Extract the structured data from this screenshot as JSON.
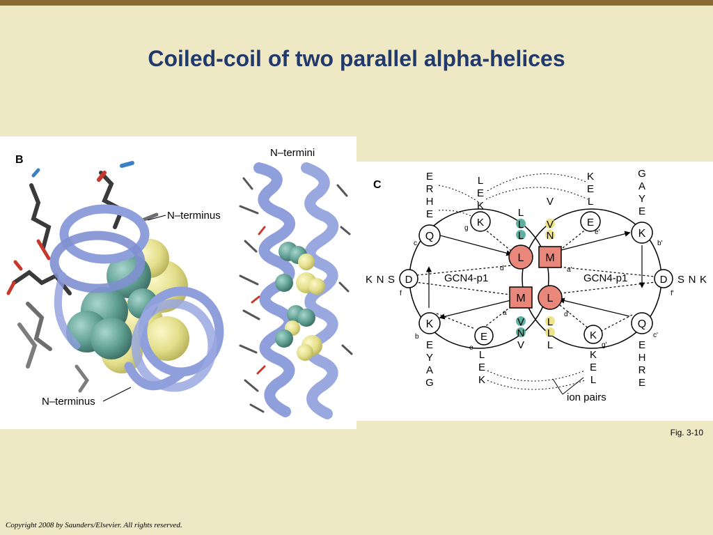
{
  "slide": {
    "title": "Coiled-coil of two parallel alpha-helices",
    "fig_label": "Fig. 3-10",
    "copyright": "Copyright 2008 by Saunders/Elsevier. All rights reserved."
  },
  "panel_b": {
    "letter": "B",
    "n_terminus_top": "N–terminus",
    "n_terminus_bottom": "N–terminus",
    "n_termini": "N–termini"
  },
  "panel_c": {
    "letter": "C",
    "left_label": "GCN4-p1",
    "right_label": "GCN4-p1",
    "ion_pairs": "ion pairs",
    "left_wheel": {
      "c": {
        "letter": "Q",
        "pos": "c",
        "stack": [
          "E",
          "R",
          "H",
          "E"
        ]
      },
      "g": {
        "letter": "K",
        "pos": "g",
        "stack": [
          "L",
          "E",
          "K"
        ]
      },
      "f": {
        "letter": "D",
        "pos": "f",
        "side": [
          "K",
          "N",
          "S"
        ]
      },
      "d": {
        "letter": "L",
        "pos": "d",
        "stack": [
          "L",
          "L",
          "L"
        ]
      },
      "a": {
        "letter": "M",
        "pos": "a",
        "stack": [
          "V",
          "N",
          "V"
        ]
      },
      "b": {
        "letter": "K",
        "pos": "b",
        "stack": [
          "E",
          "Y",
          "A",
          "G"
        ]
      },
      "e": {
        "letter": "E",
        "pos": "e",
        "stack": [
          "L",
          "E",
          "K"
        ]
      }
    },
    "right_wheel": {
      "e": {
        "letter": "E",
        "pos": "e'",
        "stack": [
          "K",
          "E",
          "L"
        ]
      },
      "b": {
        "letter": "K",
        "pos": "b'",
        "stack": [
          "G",
          "A",
          "Y",
          "E"
        ]
      },
      "a": {
        "letter": "M",
        "pos": "a'",
        "stack": [
          "V",
          "V",
          "N"
        ]
      },
      "f": {
        "letter": "D",
        "pos": "f'",
        "side": [
          "S",
          "N",
          "K"
        ]
      },
      "d": {
        "letter": "L",
        "pos": "d'",
        "stack": [
          "L",
          "L",
          "L"
        ]
      },
      "g": {
        "letter": "K",
        "pos": "g'",
        "stack": [
          "K",
          "E",
          "L"
        ]
      },
      "c": {
        "letter": "Q",
        "pos": "c'",
        "stack": [
          "E",
          "H",
          "R",
          "E"
        ]
      }
    }
  },
  "colors": {
    "helix": "#8f9fdc",
    "teal_sphere": "#5f9e92",
    "yellow_sphere": "#e3de8a",
    "core_fill": "#e8877a",
    "title": "#223a6b"
  }
}
